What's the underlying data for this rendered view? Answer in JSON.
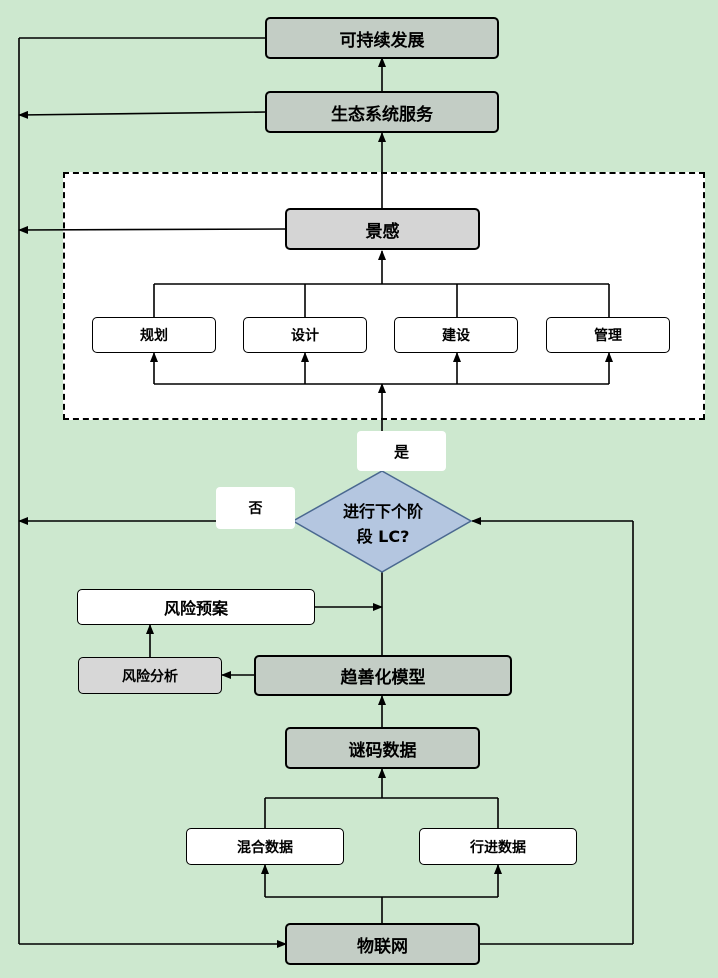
{
  "nodes": {
    "sustainable_development": "可持续发展",
    "ecosystem_services": "生态系统服务",
    "landscape_perception": "景感",
    "planning": "规划",
    "design": "设计",
    "construction": "建设",
    "management": "管理",
    "decision_line1": "进行下个阶",
    "decision_line2": "段 LC?",
    "risk_plan": "风险预案",
    "risk_analysis": "风险分析",
    "optimization_model": "趋善化模型",
    "riddle_data": "谜码数据",
    "mixed_data": "混合数据",
    "travel_data": "行进数据",
    "iot": "物联网"
  },
  "labels": {
    "yes": "是",
    "no": "否"
  },
  "colors": {
    "background": "#cde8cf",
    "dark_node": "#c3cdc5",
    "light_node": "#d5d5d5",
    "decision_fill": "#b4c6e0",
    "decision_stroke": "#4a6890"
  }
}
